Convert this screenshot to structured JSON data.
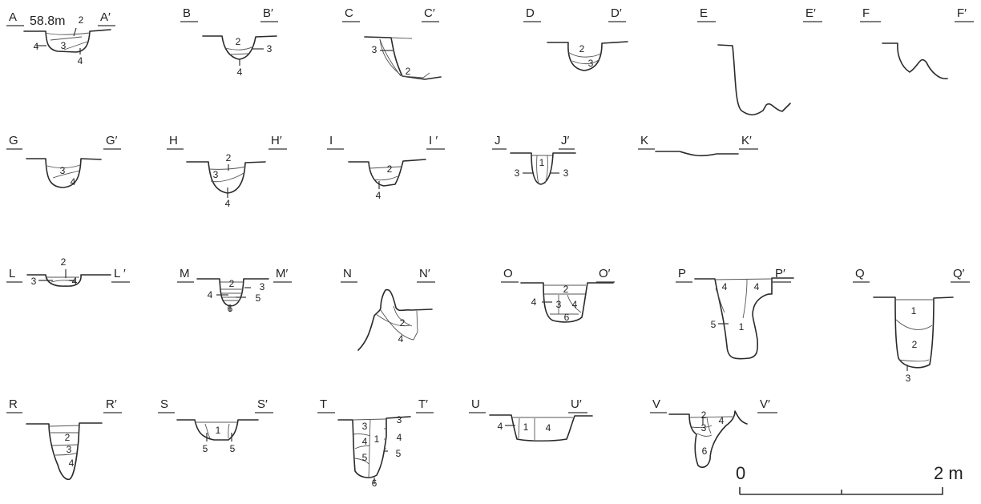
{
  "elevation_label": "58.8m",
  "scale_bar": {
    "start_label": "0",
    "end_label": "2 m"
  },
  "sections": [
    {
      "id": "A",
      "start": "A",
      "end": "A′",
      "layers": [
        "2",
        "3",
        "4",
        "4"
      ]
    },
    {
      "id": "B",
      "start": "B",
      "end": "B′",
      "layers": [
        "2",
        "3",
        "4"
      ]
    },
    {
      "id": "C",
      "start": "C",
      "end": "C′",
      "layers": [
        "3",
        "2"
      ]
    },
    {
      "id": "D",
      "start": "D",
      "end": "D′",
      "layers": [
        "2",
        "3"
      ]
    },
    {
      "id": "E",
      "start": "E",
      "end": "E′",
      "layers": []
    },
    {
      "id": "F",
      "start": "F",
      "end": "F′",
      "layers": []
    },
    {
      "id": "G",
      "start": "G",
      "end": "G′",
      "layers": [
        "3",
        "4"
      ]
    },
    {
      "id": "H",
      "start": "H",
      "end": "H′",
      "layers": [
        "2",
        "3",
        "4"
      ]
    },
    {
      "id": "I",
      "start": "I",
      "end": "I ′",
      "layers": [
        "2",
        "4"
      ]
    },
    {
      "id": "J",
      "start": "J",
      "end": "J′",
      "layers": [
        "1",
        "3",
        "3"
      ]
    },
    {
      "id": "K",
      "start": "K",
      "end": "K′",
      "layers": []
    },
    {
      "id": "L",
      "start": "L",
      "end": "L ′",
      "layers": [
        "2",
        "3",
        "4"
      ]
    },
    {
      "id": "M",
      "start": "M",
      "end": "M′",
      "layers": [
        "2",
        "3",
        "4",
        "5",
        "6"
      ]
    },
    {
      "id": "N",
      "start": "N",
      "end": "N′",
      "layers": [
        "2",
        "4"
      ]
    },
    {
      "id": "O",
      "start": "O",
      "end": "O′",
      "layers": [
        "2",
        "4",
        "3",
        "4",
        "6"
      ]
    },
    {
      "id": "P",
      "start": "P",
      "end": "P′",
      "layers": [
        "4",
        "4",
        "5",
        "1"
      ]
    },
    {
      "id": "Q",
      "start": "Q",
      "end": "Q′",
      "layers": [
        "1",
        "2",
        "3"
      ]
    },
    {
      "id": "R",
      "start": "R",
      "end": "R′",
      "layers": [
        "2",
        "3",
        "4"
      ]
    },
    {
      "id": "S",
      "start": "S",
      "end": "S′",
      "layers": [
        "1",
        "5",
        "5"
      ]
    },
    {
      "id": "T",
      "start": "T",
      "end": "T′",
      "layers": [
        "3",
        "3",
        "1",
        "4",
        "4",
        "5",
        "5",
        "6"
      ]
    },
    {
      "id": "U",
      "start": "U",
      "end": "U′",
      "layers": [
        "4",
        "1",
        "4"
      ]
    },
    {
      "id": "V",
      "start": "V",
      "end": "V′",
      "layers": [
        "2",
        "4",
        "3",
        "6"
      ]
    }
  ]
}
